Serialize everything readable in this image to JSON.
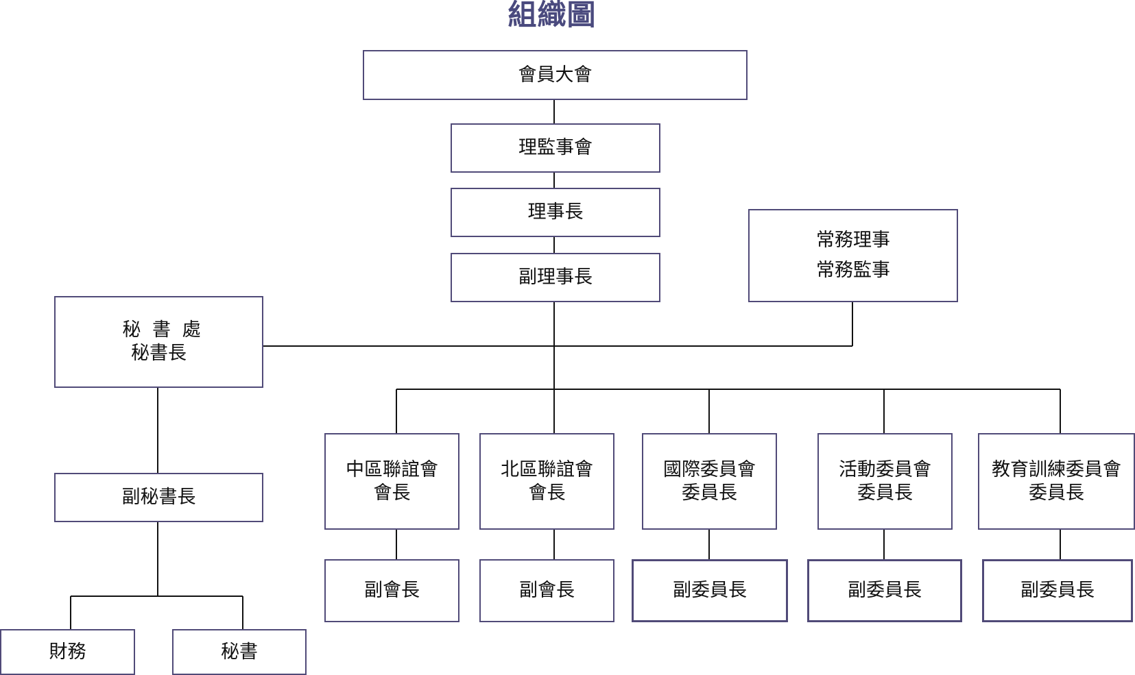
{
  "title": "組織圖",
  "nodes": {
    "general_assembly": "會員大會",
    "board": "理監事會",
    "chairman": "理事長",
    "vice_chairman": "副理事長",
    "standing": {
      "line1": "常務理事",
      "line2": "常務監事"
    },
    "secretariat": {
      "line1": "秘 書 處",
      "line2": "秘書長"
    },
    "deputy_secretary_general": "副秘書長",
    "finance": "財務",
    "secretary": "秘書",
    "central": {
      "line1": "中區聯誼會",
      "line2": "會長",
      "deputy": "副會長"
    },
    "north": {
      "line1": "北區聯誼會",
      "line2": "會長",
      "deputy": "副會長"
    },
    "international": {
      "line1": "國際委員會",
      "line2": "委員長",
      "deputy": "副委員長"
    },
    "activities": {
      "line1": "活動委員會",
      "line2": "委員長",
      "deputy": "副委員長"
    },
    "education": {
      "line1": "教育訓練委員會",
      "line2": "委員長",
      "deputy": "副委員長"
    }
  },
  "colors": {
    "box_border": "#504a78",
    "connector": "#111111",
    "title": "#4a4a7e"
  }
}
